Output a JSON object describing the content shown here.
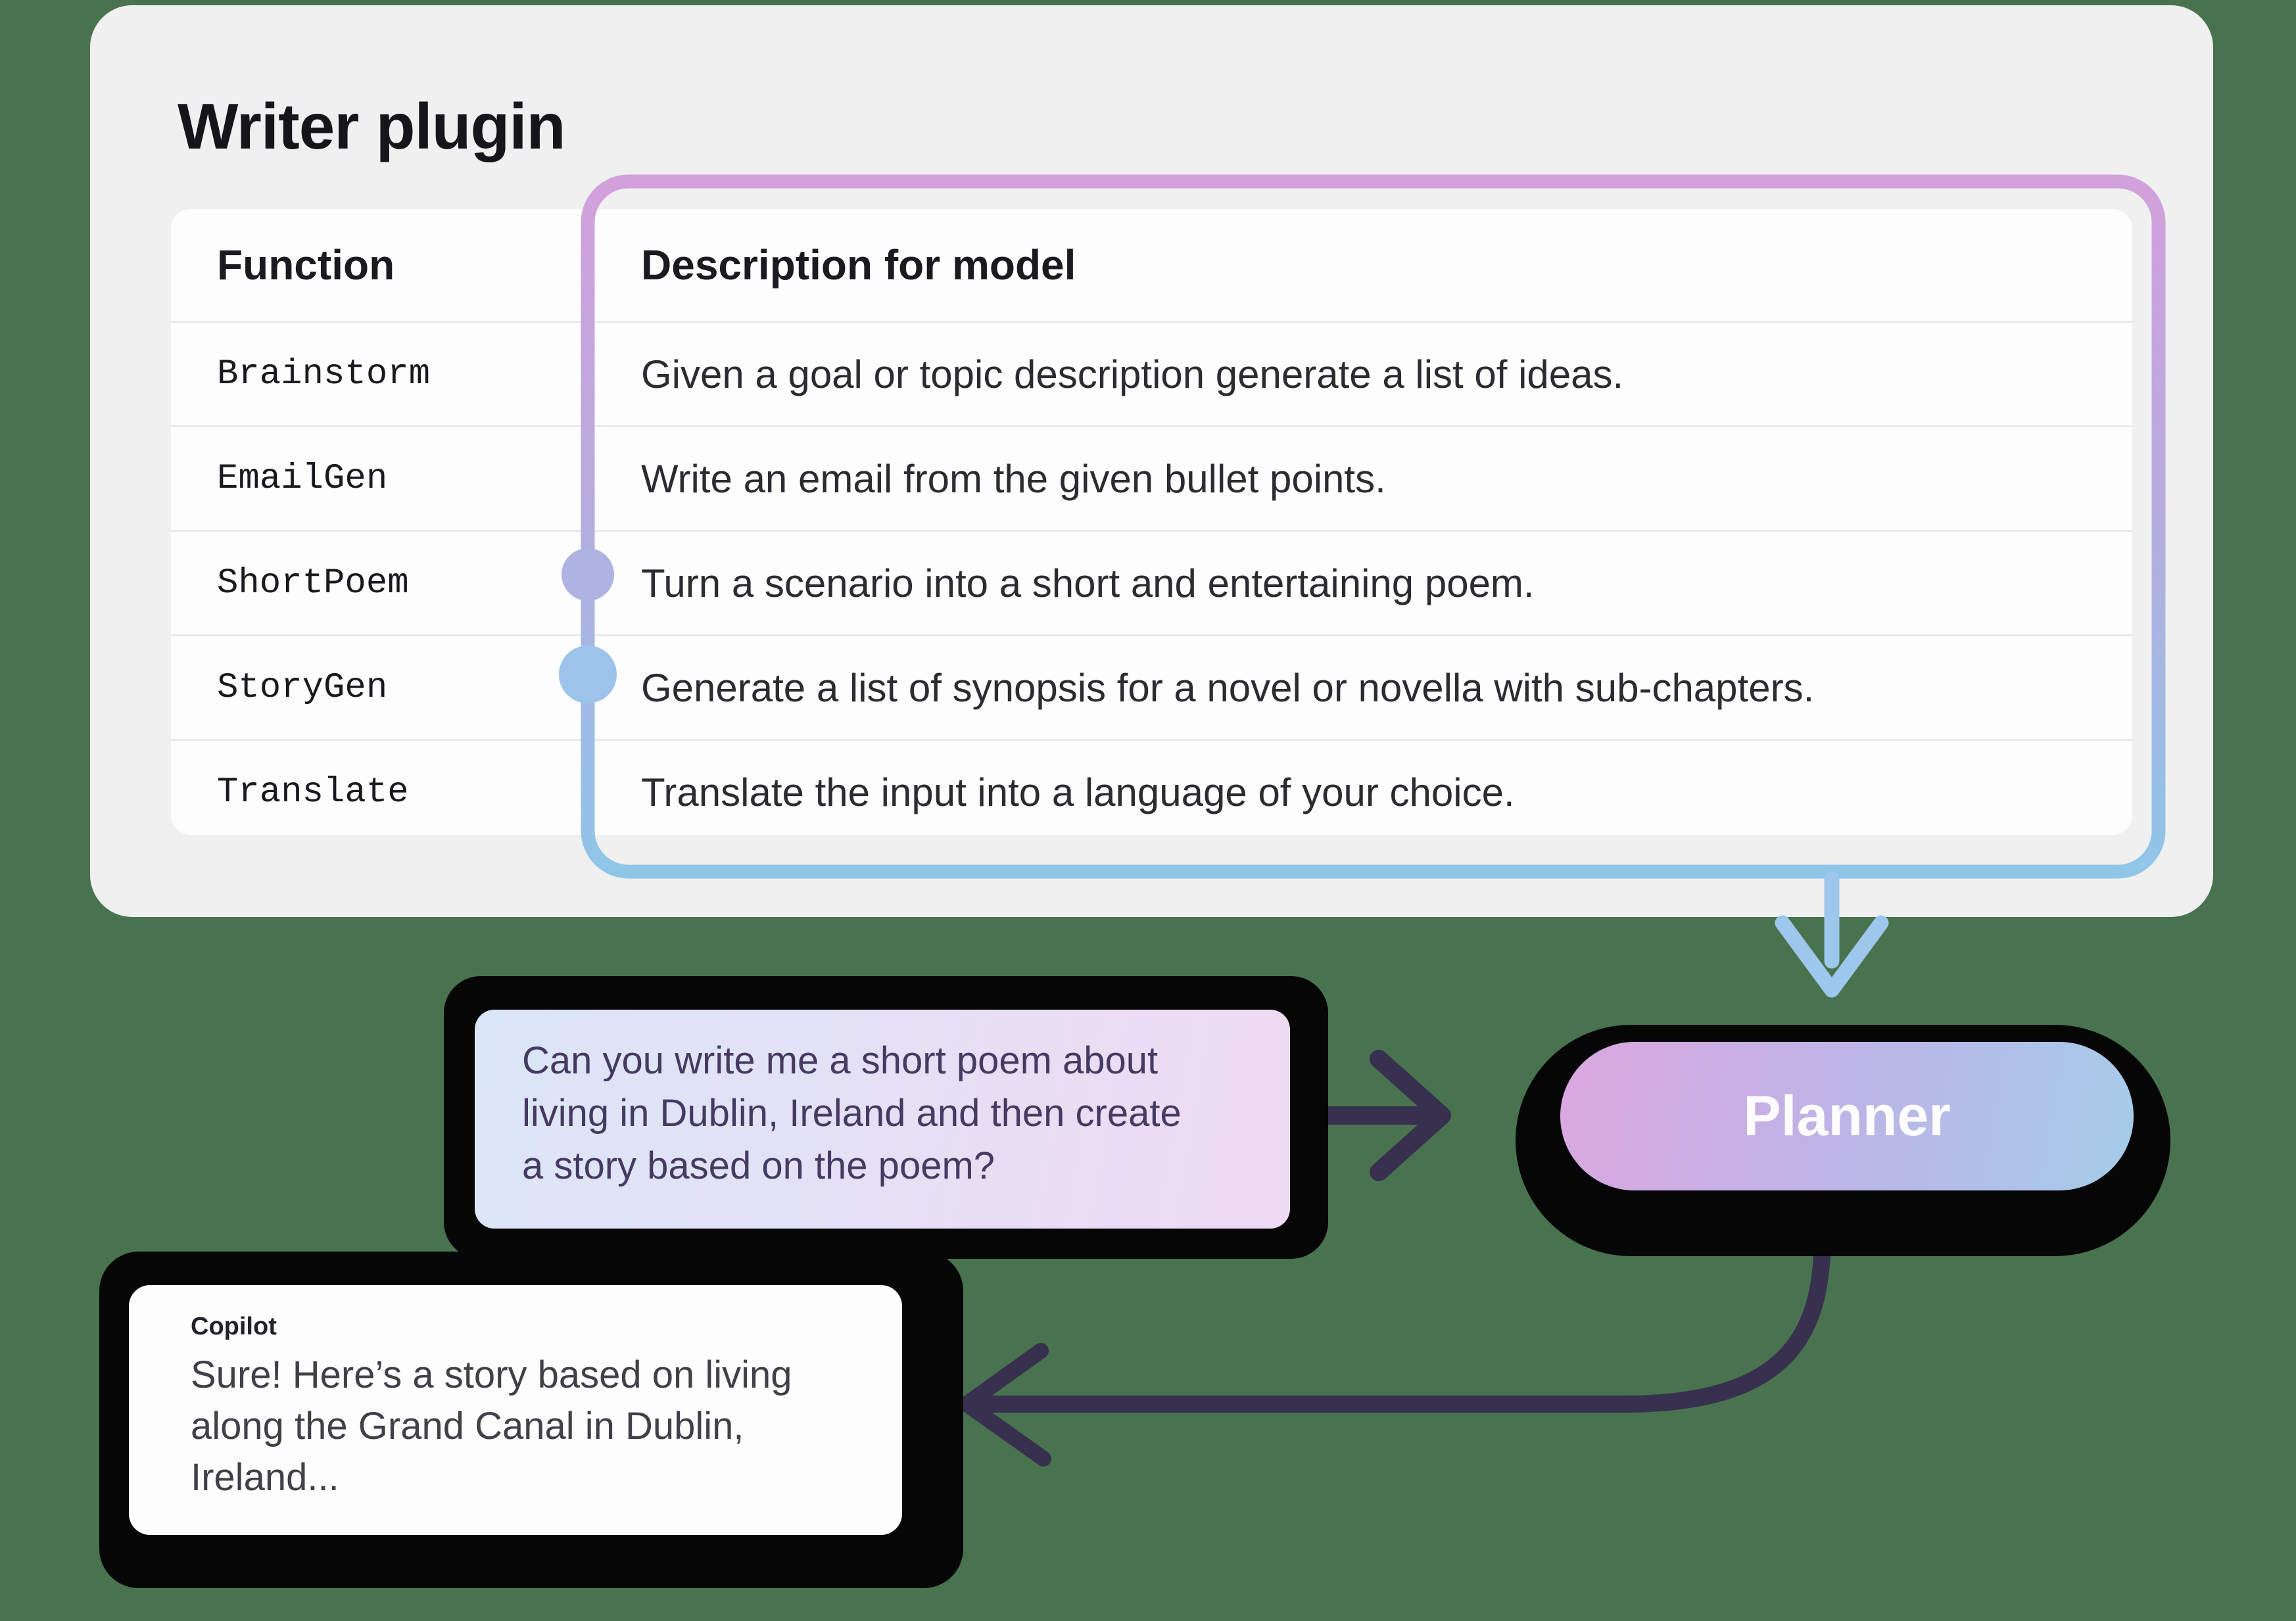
{
  "card": {
    "title": "Writer plugin"
  },
  "table": {
    "headers": {
      "function": "Function",
      "description": "Description for model"
    },
    "rows": [
      {
        "function": "Brainstorm",
        "description": "Given a goal or topic description generate a list of ideas."
      },
      {
        "function": "EmailGen",
        "description": "Write an email from the given bullet points."
      },
      {
        "function": "ShortPoem",
        "description": "Turn a scenario into a short and entertaining poem."
      },
      {
        "function": "StoryGen",
        "description": "Generate a list of synopsis for a novel or novella with sub-chapters."
      },
      {
        "function": "Translate",
        "description": "Translate the input into a language of your choice."
      }
    ]
  },
  "planner": {
    "label": "Planner"
  },
  "user_message": {
    "text": "Can you write me a short poem about living in Dublin, Ireland and then create a story based on the poem?"
  },
  "copilot_message": {
    "author": "Copilot",
    "text": "Sure! Here’s a story based on living along the Grand Canal in Dublin, Ireland..."
  },
  "connectors": {
    "highlight_frame": "gradient rounded frame around description column",
    "shortpoem_dot": "lavender connector dot",
    "storygen_dot": "blue connector dot",
    "down_arrow": "blue arrow from frame to planner",
    "right_arrow": "dark arrow from user message to planner",
    "return_arrow": "dark curved arrow from planner to copilot message"
  },
  "colors": {
    "background": "#49734f",
    "card": "#f0f0f1",
    "table": "#fdfdfe",
    "sticker_outline": "#060606",
    "frame_top": "#d2a0db",
    "frame_mid": "#b5addf",
    "frame_bottom": "#8fc6e8",
    "shortpoem_dot": "#aeb3e1",
    "storygen_dot": "#9cc3e9",
    "blue_arrow": "#9dc7ec",
    "dark_arrow": "#38304f",
    "planner_gradient_left": "#dba7e0",
    "planner_gradient_right": "#a5cce9",
    "user_bubble_left": "#dbe6f7",
    "user_bubble_right": "#eedaf3",
    "user_text": "#453a61"
  }
}
